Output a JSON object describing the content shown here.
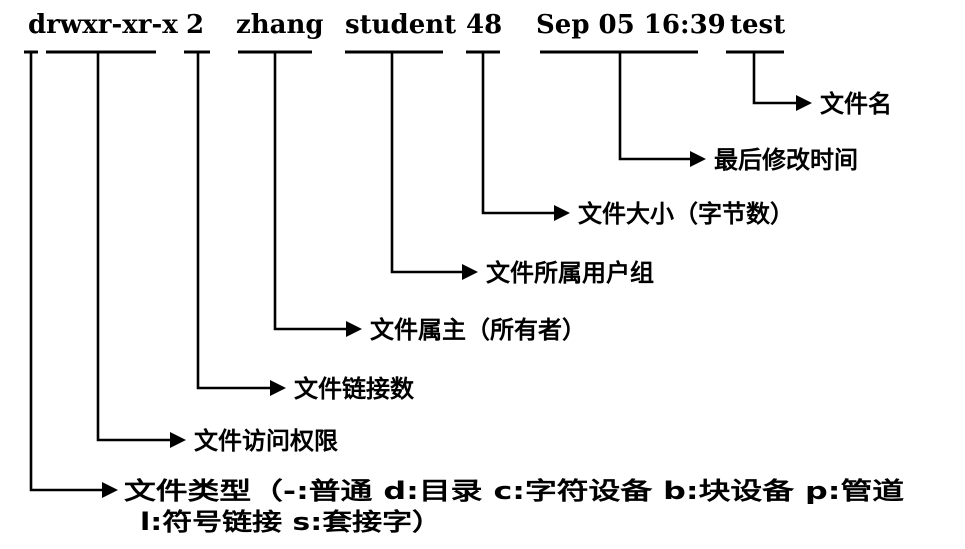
{
  "fields": [
    {
      "id": "perm",
      "text": "drwxr-xr-x"
    },
    {
      "id": "links",
      "text": "2"
    },
    {
      "id": "owner",
      "text": "zhang"
    },
    {
      "id": "group",
      "text": "student"
    },
    {
      "id": "size",
      "text": "48"
    },
    {
      "id": "mtime",
      "text": "Sep 05 16:39"
    },
    {
      "id": "name",
      "text": "test"
    }
  ],
  "labels": {
    "name": "文件名",
    "mtime": "最后修改时间",
    "size": "文件大小（字节数）",
    "group": "文件所属用户组",
    "owner": "文件属主（所有者）",
    "links": "文件链接数",
    "perm": "文件访问权限",
    "type_line1": "文件类型（-:普通 d:目录 c:字符设备 b:块设备 p:管道",
    "type_line2": "l:符号链接 s:套接字）"
  }
}
